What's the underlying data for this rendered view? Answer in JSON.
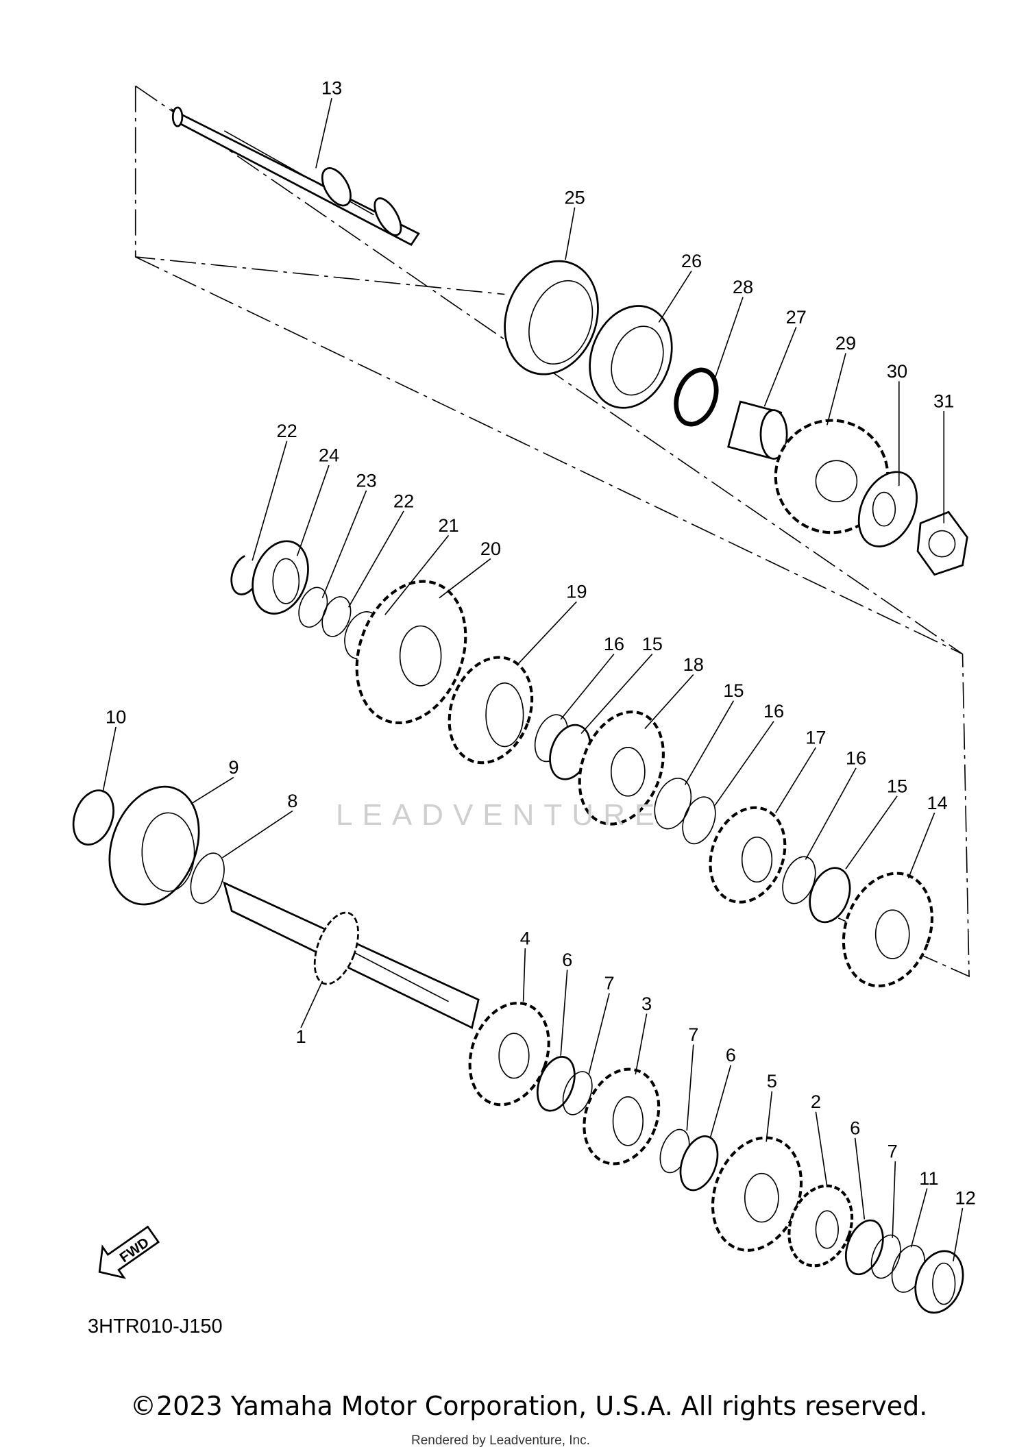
{
  "diagram": {
    "part_numbers": [
      "13",
      "25",
      "26",
      "28",
      "27",
      "29",
      "30",
      "31",
      "22",
      "24",
      "23",
      "22",
      "21",
      "20",
      "19",
      "16",
      "15",
      "18",
      "15",
      "16",
      "17",
      "16",
      "15",
      "14",
      "10",
      "9",
      "8",
      "4",
      "6",
      "7",
      "3",
      "7",
      "6",
      "5",
      "2",
      "6",
      "7",
      "11",
      "12",
      "1"
    ],
    "fwd_arrow_label": "FWD",
    "diagram_code": "3HTR010-J150",
    "watermark": "LEADVENTURE"
  },
  "footer": {
    "copyright": "©2023 Yamaha Motor Corporation, U.S.A. All rights reserved.",
    "rendered_by": "Rendered by Leadventure, Inc."
  }
}
